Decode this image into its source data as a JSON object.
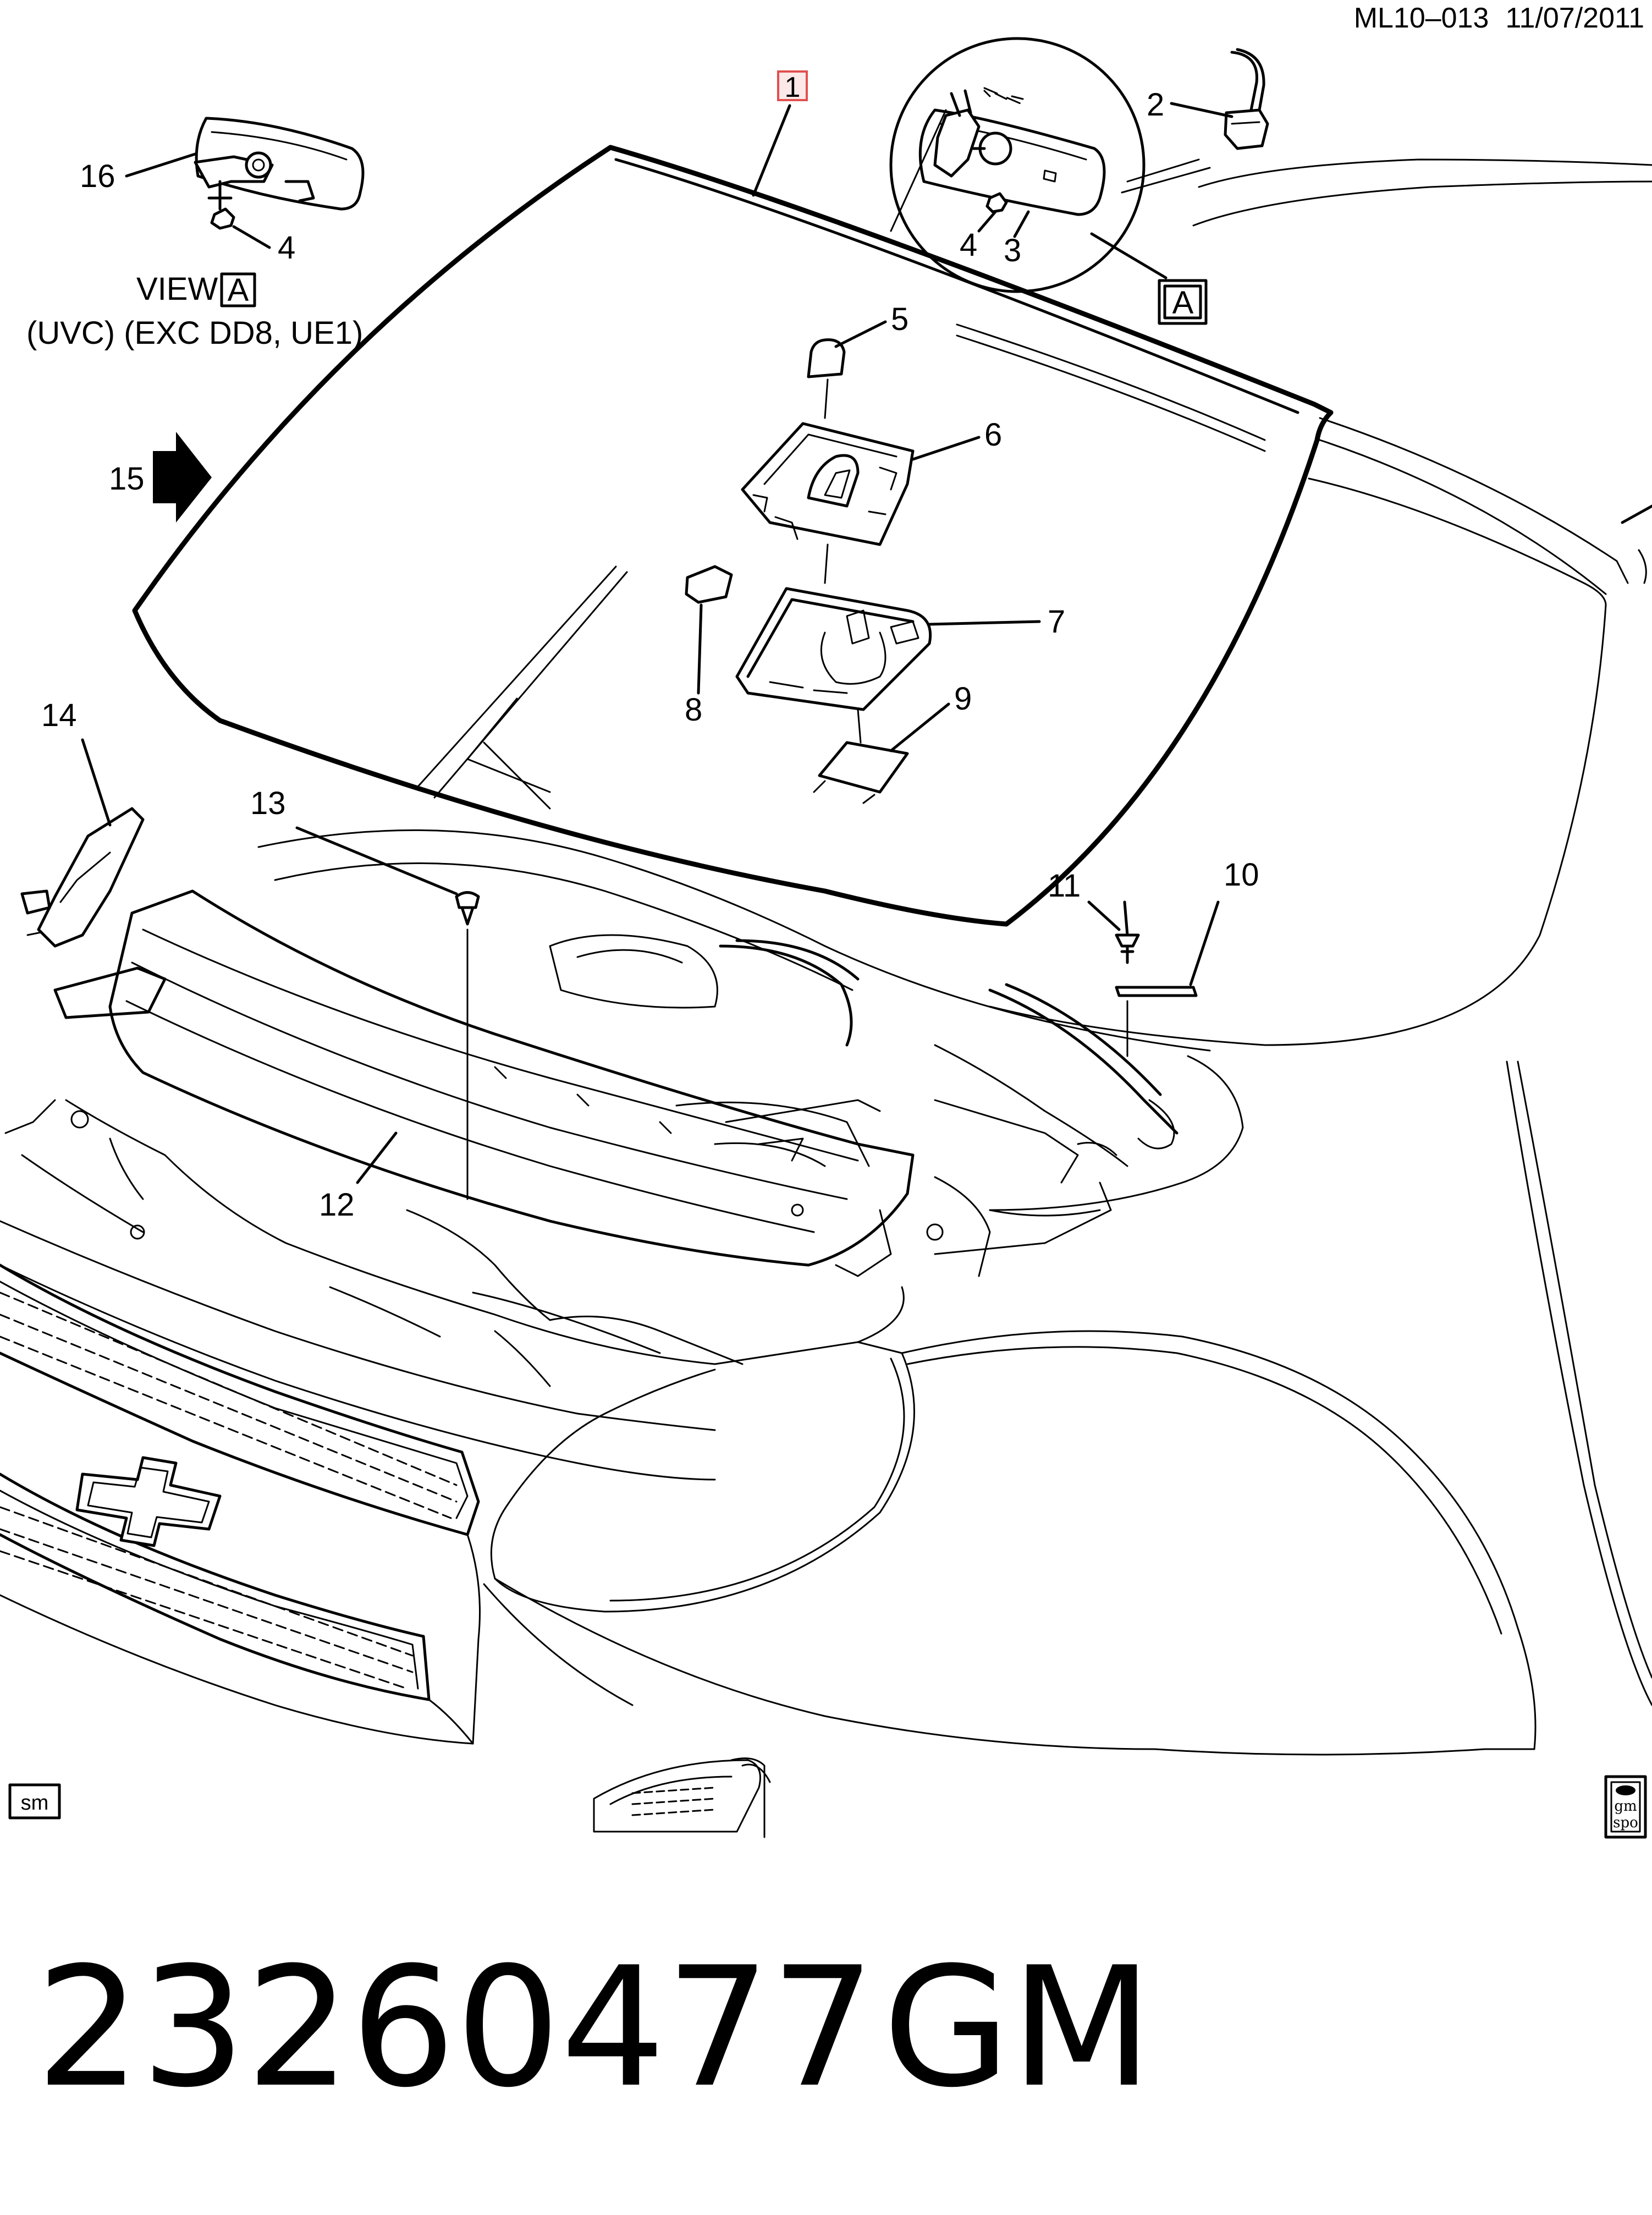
{
  "header": {
    "code": "ML10–013",
    "date": "11/07/2011"
  },
  "view": {
    "title": "VIEW",
    "ref": "A",
    "condition": "(UVC) (EXC DD8, UE1)"
  },
  "callouts": [
    {
      "id": "1",
      "highlighted": true
    },
    {
      "id": "2"
    },
    {
      "id": "3"
    },
    {
      "id": "4"
    },
    {
      "id": "4"
    },
    {
      "id": "5"
    },
    {
      "id": "6"
    },
    {
      "id": "7"
    },
    {
      "id": "8"
    },
    {
      "id": "9"
    },
    {
      "id": "10"
    },
    {
      "id": "11"
    },
    {
      "id": "12"
    },
    {
      "id": "13"
    },
    {
      "id": "14"
    },
    {
      "id": "15"
    },
    {
      "id": "16"
    }
  ],
  "detail_ref": "A",
  "badges": {
    "left": "sm",
    "right_top": "gm",
    "right_bottom": "spo"
  },
  "part_number": "23260477",
  "brand": "GM",
  "colors": {
    "line": "#000000",
    "highlight_border": "#e05050",
    "highlight_fill": "#fde8e8"
  }
}
